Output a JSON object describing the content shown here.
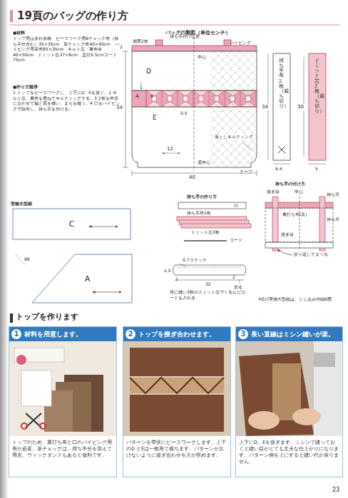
{
  "diagram": {
    "title": "19頁のバッグの作り方",
    "nodes": [
      {
        "text": [
          "C"
        ]
      },
      {
        "text": [
          "A"
        ]
      },
      {
        "text": [
          "1",
          "材料を用意します。",
          "トップのため、裏打ち布と口のパイピング用布が必要。茶チェックは、持ち手分を加えて用意。ウィックタンスもあると便利です。"
        ]
      },
      {
        "text": [
          "2",
          "トップを接ぎ合わせます。",
          "パターンを帯状にピースワークします。上下のD とEは一枚布で裁ちます。パターンが欠けないように接ぎ合わせを方が留めます。"
        ]
      },
      {
        "text": [
          "3",
          "長い直線はミシン縫いが楽。",
          "上下にD、Eを接ぎます。ミシンで縫っておくと縫い目がとても丈夫な仕上がりになります。パターン側を上にすると縫い代が戻りません。"
        ]
      }
    ],
    "labels": [
      "●材料",
      "トップ用はぎれ各種　ピースワーク用Bチェック布（持ち手分含む）35×35cm　茶チェック布40×40cm　パイピング用茶布85×35cm　キルト芯・裏布各40×50cm　ドミット芯37×8cm　直径0.5cmコード75cm",
      "●作り方順序",
      "1 トップをピースワークし、上下にD、Eを接ぐ。2 キルト芯、裏布を重ねてキルティングする。3 2枚を中表に合わせて脇と底を縫い、まちを縫う。4 口をパイピングで始末し、持ち手を付ける。",
      "バッグの製図（単位センチ）",
      "側面2枚",
      "持ち手付け位置",
      "パイピング",
      "中心",
      "D",
      "E",
      "A",
      "B",
      "34",
      "0.5",
      "2",
      "12",
      "落としキルティング",
      "テープ",
      "底中心",
      "40",
      "持ち手布2枚（裁ち切り）",
      "ドミット芯2枚（裁ち切り）",
      "34",
      "30",
      "6.4",
      "5",
      "実物大型紙",
      "88",
      "持ち手の作り方",
      "持ち手布1枚",
      "ドミット芯3枚",
      "コード",
      "0.7ステッチ",
      "2.5",
      "2",
      "32",
      "2",
      "切る",
      "筒に縫い3枚のドミット芯でくるんだコードを入れる",
      "持ち手の付け方",
      "接ぎ目",
      "中心",
      "持ち手",
      "裏打ち布(表)",
      "持ち手",
      "接ぎ目",
      "折り返してまつる",
      "※Eの実物大型紙は、とじ込み付録B面",
      "トップを作ります",
      "23"
    ]
  }
}
